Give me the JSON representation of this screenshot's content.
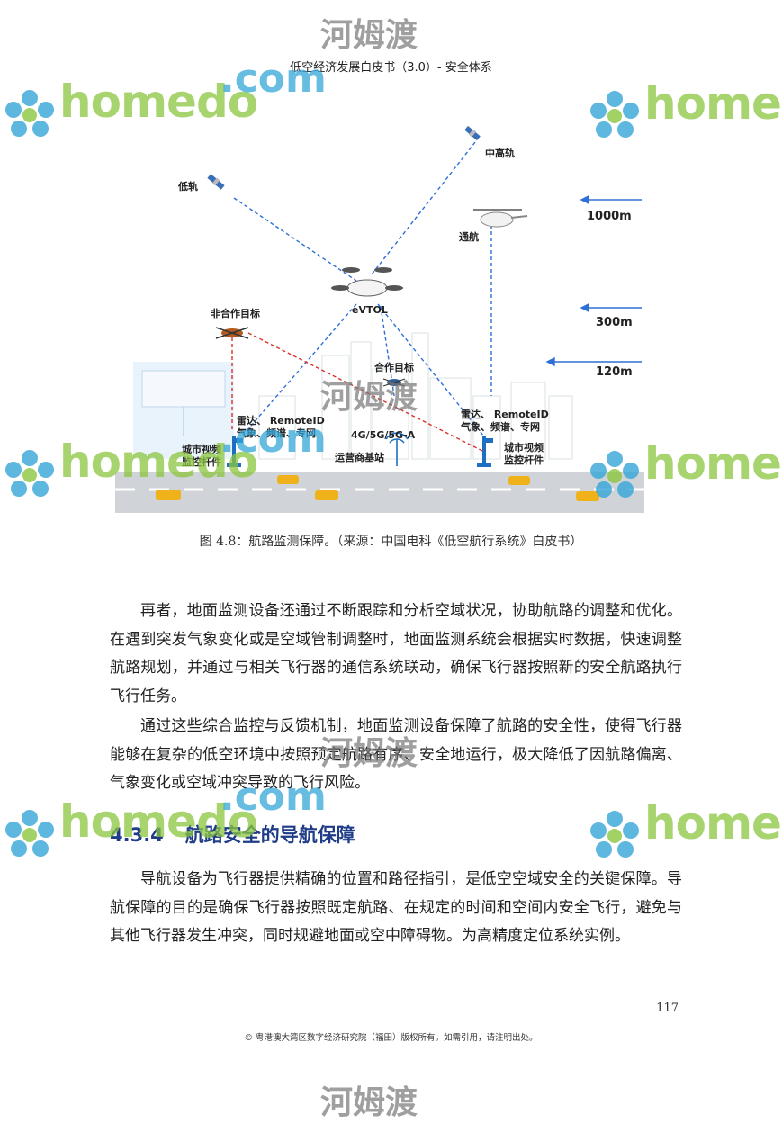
{
  "header": {
    "title": "低空经济发展白皮书（3.0）- 安全体系"
  },
  "figure": {
    "labels": {
      "low_orbit": "低轨",
      "mid_high_orbit": "中高轨",
      "general_aviation": "通航",
      "evtol": "eVTOL",
      "non_cooperative": "非合作目标",
      "cooperative": "合作目标",
      "alt_1000": "1000m",
      "alt_300": "300m",
      "alt_120": "120m",
      "sensor_left": "雷达、 RemoteID",
      "sensor_left_2": "气象、频谱、专网",
      "sensor_right": "雷达、 RemoteID",
      "sensor_right_2": "气象、频谱、专网",
      "network": "4G/5G/5G-A",
      "base_station": "运营商基站",
      "pole_left_1": "城市视频",
      "pole_left_2": "监控杆件",
      "pole_right_1": "城市视频",
      "pole_right_2": "监控杆件"
    },
    "caption": "图 4.8：航路监测保障。（来源：中国电科《低空航行系统》白皮书）"
  },
  "paragraphs": [
    "再者，地面监测设备还通过不断跟踪和分析空域状况，协助航路的调整和优化。在遇到突发气象变化或是空域管制调整时，地面监测系统会根据实时数据，快速调整航路规划，并通过与相关飞行器的通信系统联动，确保飞行器按照新的安全航路执行飞行任务。",
    "通过这些综合监控与反馈机制，地面监测设备保障了航路的安全性，使得飞行器能够在复杂的低空环境中按照预定航路有序、安全地运行，极大降低了因航路偏离、气象变化或空域冲突导致的飞行风险。"
  ],
  "section": {
    "number": "4.3.4",
    "title": "航路安全的导航保障"
  },
  "paragraph_after": "导航设备为飞行器提供精确的位置和路径指引，是低空空域安全的关键保障。导航保障的目的是确保飞行器按照既定航路、在规定的时间和空间内安全飞行，避免与其他飞行器发生冲突，同时规避地面或空中障碍物。为高精度定位系统实例。",
  "page_number": "117",
  "footer": "© 粤港澳大湾区数字经济研究院（福田）版权所有。如需引用，请注明出处。",
  "watermark": {
    "brand": "homedo",
    "domain": ".com",
    "cn": "河姆渡",
    "brand_short": "homed"
  },
  "colors": {
    "heading": "#1f3c88",
    "link_line": "#2f6fd6",
    "alert_line": "#d9332b",
    "watermark_green": "#8cc63f",
    "watermark_blue": "#35a6d8"
  }
}
